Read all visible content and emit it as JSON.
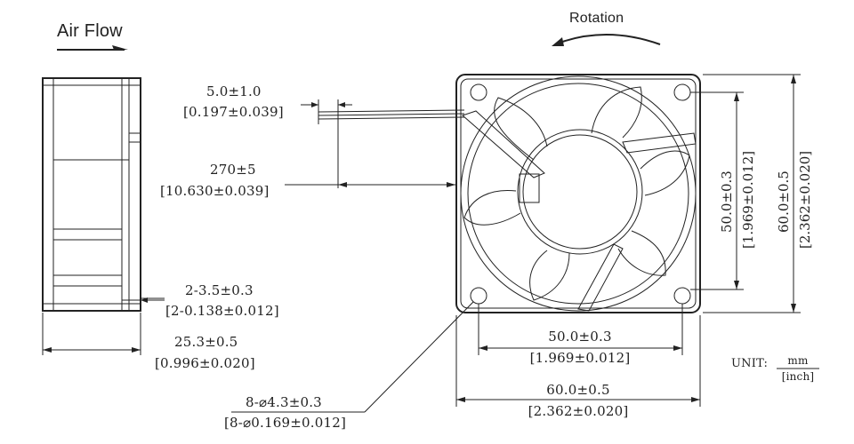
{
  "labels": {
    "air_flow": "Air Flow",
    "rotation": "Rotation",
    "lead_len": "5.0±1.0",
    "lead_len_in": "[0.197±0.039]",
    "wire_len": "270±5",
    "wire_len_in": "[10.630±0.039]",
    "depth_step": "2-3.5±0.3",
    "depth_step_in": "[2-0.138±0.012]",
    "depth": "25.3±0.5",
    "depth_in": "[0.996±0.020]",
    "hole": "8-⌀4.3±0.3",
    "hole_in": "[8-⌀0.169±0.012]",
    "hole_spacing_h": "50.0±0.3",
    "hole_spacing_h_in": "[1.969±0.012]",
    "width": "60.0±0.5",
    "width_in": "[2.362±0.020]",
    "hole_spacing_v": "50.0±0.3",
    "hole_spacing_v_in": "[1.969±0.012]",
    "height": "60.0±0.5",
    "height_in": "[2.362±0.020]",
    "unit_prefix": "UNIT:",
    "unit_mm": "mm",
    "unit_inch": "[inch]"
  }
}
